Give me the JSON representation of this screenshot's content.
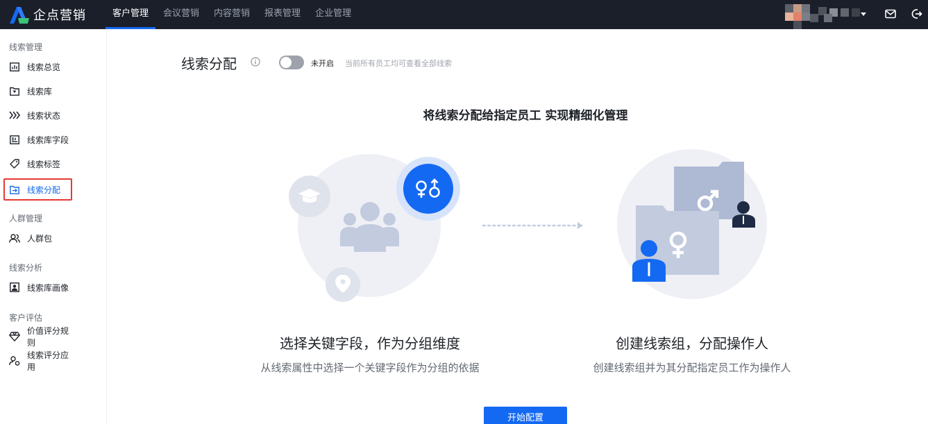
{
  "app": {
    "name": "企点营销"
  },
  "nav": {
    "items": [
      {
        "label": "客户管理",
        "active": true
      },
      {
        "label": "会议营销",
        "active": false
      },
      {
        "label": "内容营销",
        "active": false
      },
      {
        "label": "报表管理",
        "active": false
      },
      {
        "label": "企业管理",
        "active": false
      }
    ]
  },
  "header_icons": [
    "caret-down-icon",
    "mail-icon",
    "logout-icon"
  ],
  "sidebar": {
    "groups": [
      {
        "title": "线索管理",
        "items": [
          {
            "label": "线索总览",
            "icon": "bar-chart-icon"
          },
          {
            "label": "线索库",
            "icon": "folder-box-icon"
          },
          {
            "label": "线索状态",
            "icon": "chevrons-right-icon"
          },
          {
            "label": "线索库字段",
            "icon": "field-list-icon"
          },
          {
            "label": "线索标签",
            "icon": "tag-icon"
          },
          {
            "label": "线索分配",
            "icon": "folder-transfer-icon",
            "active": true
          }
        ]
      },
      {
        "title": "人群管理",
        "items": [
          {
            "label": "人群包",
            "icon": "users-icon"
          }
        ]
      },
      {
        "title": "线索分析",
        "items": [
          {
            "label": "线索库画像",
            "icon": "portrait-icon"
          }
        ]
      },
      {
        "title": "客户评估",
        "items": [
          {
            "label": "价值评分规则",
            "icon": "diamond-icon"
          },
          {
            "label": "线索评分应用",
            "icon": "user-score-icon"
          }
        ]
      }
    ]
  },
  "main": {
    "title": "线索分配",
    "toggle": {
      "on": false,
      "label": "未开启",
      "hint": "当前所有员工均可查看全部线索"
    },
    "headline": "将线索分配给指定员工 实现精细化管理",
    "steps": [
      {
        "title": "选择关键字段，作为分组维度",
        "desc": "从线索属性中选择一个关键字段作为分组的依据"
      },
      {
        "title": "创建线索组，分配操作人",
        "desc": "创建线索组并为其分配指定员工作为操作人"
      }
    ],
    "start_button": "开始配置"
  },
  "colors": {
    "accent": "#1469f2",
    "topbar": "#1b1f2a",
    "highlight_border": "#e53935",
    "illustration_light": "#dfe3ec",
    "illustration_mid": "#c3cbdf"
  }
}
